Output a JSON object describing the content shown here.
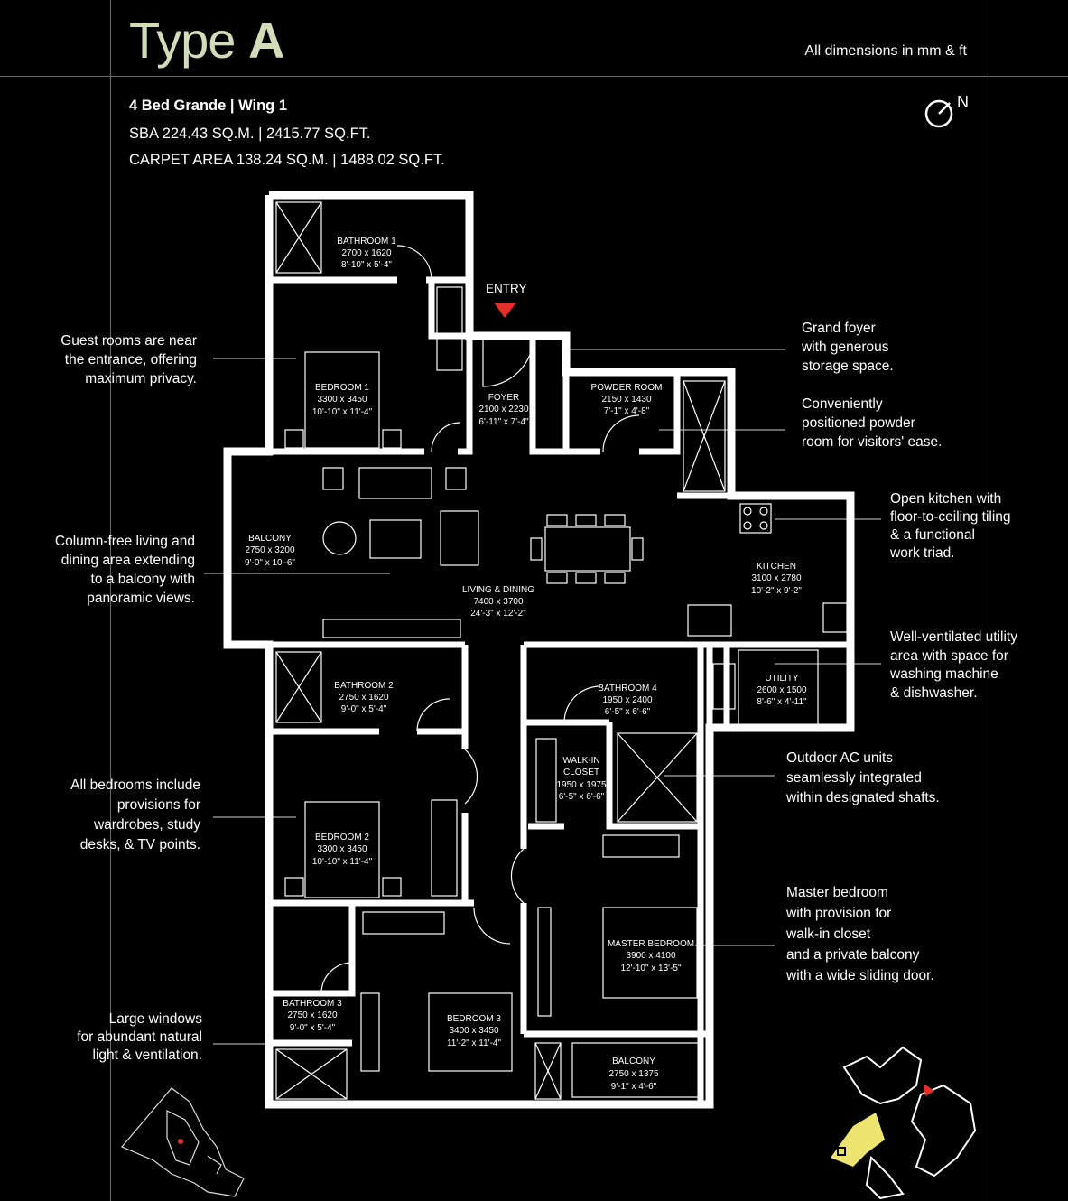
{
  "header": {
    "title_prefix": "Type",
    "title_letter": "A",
    "dimensions_note": "All dimensions in mm & ft"
  },
  "specs": {
    "line1": "4 Bed Grande | Wing 1",
    "line2": "SBA 224.43 SQ.M. | 2415.77 SQ.FT.",
    "line3": "CARPET AREA 138.24 SQ.M. | 1488.02 SQ.FT."
  },
  "compass": {
    "label": "N"
  },
  "entry_label": "ENTRY",
  "accent_color": "#e5302a",
  "title_color": "#d3dcb9",
  "highlight_color": "#ede36f",
  "rooms": {
    "bathroom1": {
      "name": "BATHROOM 1",
      "mm": "2700 x 1620",
      "ft": "8'-10\" x 5'-4\""
    },
    "bedroom1": {
      "name": "BEDROOM 1",
      "mm": "3300 x 3450",
      "ft": "10'-10\" x 11'-4\""
    },
    "foyer": {
      "name": "FOYER",
      "mm": "2100 x 2230",
      "ft": "6'-11\" x 7'-4\""
    },
    "powder": {
      "name": "POWDER ROOM",
      "mm": "2150 x 1430",
      "ft": "7'-1\" x 4'-8\""
    },
    "balcony1": {
      "name": "BALCONY",
      "mm": "2750 x 3200",
      "ft": "9'-0\" x 10'-6\""
    },
    "living": {
      "name": "LIVING & DINING",
      "mm": "7400 x 3700",
      "ft": "24'-3\" x 12'-2\""
    },
    "kitchen": {
      "name": "KITCHEN",
      "mm": "3100 x 2780",
      "ft": "10'-2\" x 9'-2\""
    },
    "bathroom2": {
      "name": "BATHROOM 2",
      "mm": "2750 x 1620",
      "ft": "9'-0\" x 5'-4\""
    },
    "bathroom4": {
      "name": "BATHROOM 4",
      "mm": "1950 x 2400",
      "ft": "6'-5\" x 6'-6\""
    },
    "utility": {
      "name": "UTILITY",
      "mm": "2600 x 1500",
      "ft": "8'-6\" x 4'-11\""
    },
    "walkin": {
      "name": "WALK-IN CLOSET",
      "name1": "WALK-IN",
      "name2": "CLOSET",
      "mm": "1950 x 1975",
      "ft": "6'-5\" x 6'-6\""
    },
    "bedroom2": {
      "name": "BEDROOM 2",
      "mm": "3300 x 3450",
      "ft": "10'-10\" x 11'-4\""
    },
    "master": {
      "name": "MASTER BEDROOM",
      "mm": "3900 x 4100",
      "ft": "12'-10\" x 13'-5\""
    },
    "bathroom3": {
      "name": "BATHROOM 3",
      "mm": "2750 x 1620",
      "ft": "9'-0\" x 5'-4\""
    },
    "bedroom3": {
      "name": "BEDROOM 3",
      "mm": "3400 x 3450",
      "ft": "11'-2\" x 11'-4\""
    },
    "balcony2": {
      "name": "BALCONY",
      "mm": "2750 x 1375",
      "ft": "9'-1\" x 4'-6\""
    }
  },
  "callouts": {
    "guest": [
      "Guest rooms are near",
      "the entrance, offering",
      "maximum privacy."
    ],
    "living": [
      "Column-free living and",
      "dining area extending",
      "to a balcony with",
      "panoramic views."
    ],
    "bedrooms": [
      "All bedrooms include",
      "provisions for",
      "wardrobes, study",
      "desks, & TV points."
    ],
    "windows": [
      "Large windows",
      "for abundant natural",
      "light & ventilation."
    ],
    "foyer": [
      "Grand foyer",
      "with generous",
      "storage space."
    ],
    "powder": [
      "Conveniently",
      "positioned powder",
      "room for visitors' ease."
    ],
    "kitchen": [
      "Open kitchen with",
      "floor-to-ceiling tiling",
      "& a functional",
      "work triad."
    ],
    "utility": [
      "Well-ventilated utility",
      "area with space for",
      "washing machine",
      "& dishwasher."
    ],
    "ac": [
      "Outdoor AC units",
      "seamlessly integrated",
      "within designated shafts."
    ],
    "master": [
      "Master bedroom",
      "with provision for",
      "walk-in closet",
      "and a private balcony",
      "with a wide sliding door."
    ]
  }
}
